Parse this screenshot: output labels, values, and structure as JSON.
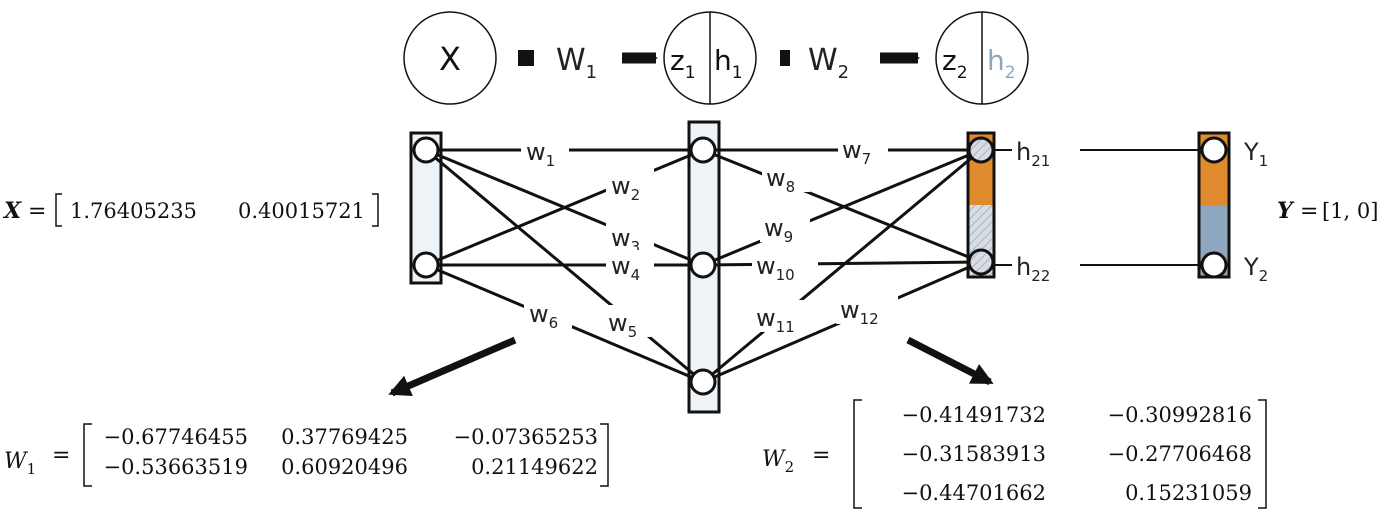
{
  "flow": {
    "input": "X",
    "w1_main": "W",
    "w1_sub": "1",
    "z1_main": "z",
    "z1_sub": "1",
    "h1_main": "h",
    "h1_sub": "1",
    "w2_main": "W",
    "w2_sub": "2",
    "z2_main": "z",
    "z2_sub": "2",
    "h2_main": "h",
    "h2_sub": "2"
  },
  "weights": [
    {
      "main": "w",
      "sub": "1"
    },
    {
      "main": "w",
      "sub": "2"
    },
    {
      "main": "w",
      "sub": "3"
    },
    {
      "main": "w",
      "sub": "4"
    },
    {
      "main": "w",
      "sub": "5"
    },
    {
      "main": "w",
      "sub": "6"
    },
    {
      "main": "w",
      "sub": "7"
    },
    {
      "main": "w",
      "sub": "8"
    },
    {
      "main": "w",
      "sub": "9"
    },
    {
      "main": "w",
      "sub": "10"
    },
    {
      "main": "w",
      "sub": "11"
    },
    {
      "main": "w",
      "sub": "12"
    }
  ],
  "hidden_outputs": [
    {
      "main": "h",
      "sub": "21"
    },
    {
      "main": "h",
      "sub": "22"
    }
  ],
  "outputs": [
    {
      "main": "Y",
      "sub": "1"
    },
    {
      "main": "Y",
      "sub": "2"
    }
  ],
  "x_vector": {
    "lhs": "X",
    "values": [
      "1.76405235",
      "0.40015721"
    ]
  },
  "y_vector": {
    "lhs": "Y",
    "text": "[1, 0]"
  },
  "W1": {
    "lhs": "W",
    "sub": "1",
    "rows": [
      [
        "−0.67746455",
        "0.37769425",
        "−0.07365253"
      ],
      [
        "−0.53663519",
        "0.60920496",
        "0.21149622"
      ]
    ]
  },
  "W2": {
    "lhs": "W",
    "sub": "2",
    "rows": [
      [
        "−0.41491732",
        "−0.30992816"
      ],
      [
        "−0.31583913",
        "−0.27706468"
      ],
      [
        "−0.44701662",
        "0.15231059"
      ]
    ]
  },
  "colors": {
    "orange": "#e08a2e",
    "blue": "#8ea7bf",
    "layer_fill": "#eef3f8",
    "stroke": "#111111"
  }
}
